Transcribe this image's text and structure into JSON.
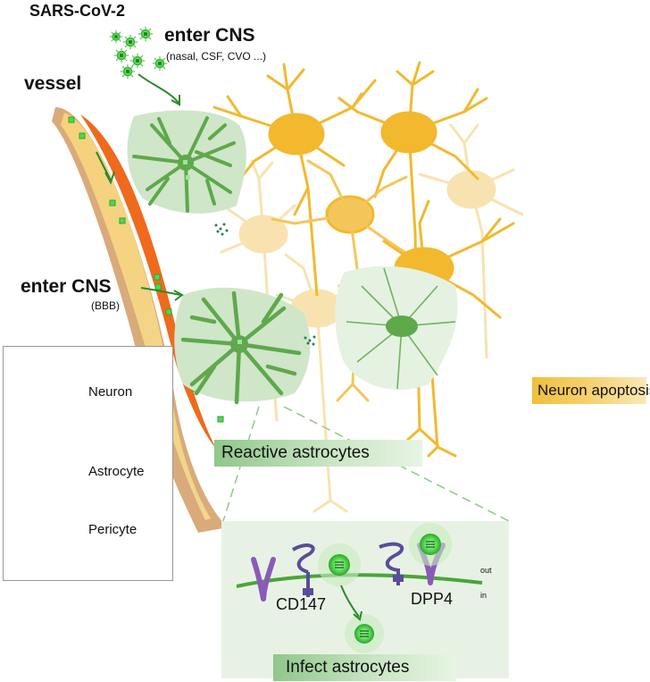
{
  "labels": {
    "virus": "SARS-CoV-2",
    "enter_cns_top": "enter CNS",
    "enter_cns_top_routes": "(nasal, CSF, CVO ...)",
    "vessel": "vessel",
    "enter_cns_bbb": "enter CNS",
    "bbb": "(BBB)",
    "neuron_apoptosis": "Neuron apoptosis",
    "reactive_astrocytes": "Reactive astrocytes",
    "infect_astrocytes": "Infect astrocytes",
    "cd147": "CD147",
    "dpp4": "DPP4",
    "out": "out",
    "in": "in"
  },
  "legend": {
    "items": [
      {
        "label": "Neuron"
      },
      {
        "label": "Astrocyte"
      },
      {
        "label": "Pericyte"
      }
    ]
  },
  "colors": {
    "neuron": "#f2b92f",
    "neuron_faded": "#f8e3b0",
    "astrocyte": "#5fa84c",
    "astrocyte_body": "#cfe6c9",
    "virus": "#4fd84f",
    "pericyte": "#ef6a1c",
    "vessel": "#d9ab7a"
  }
}
